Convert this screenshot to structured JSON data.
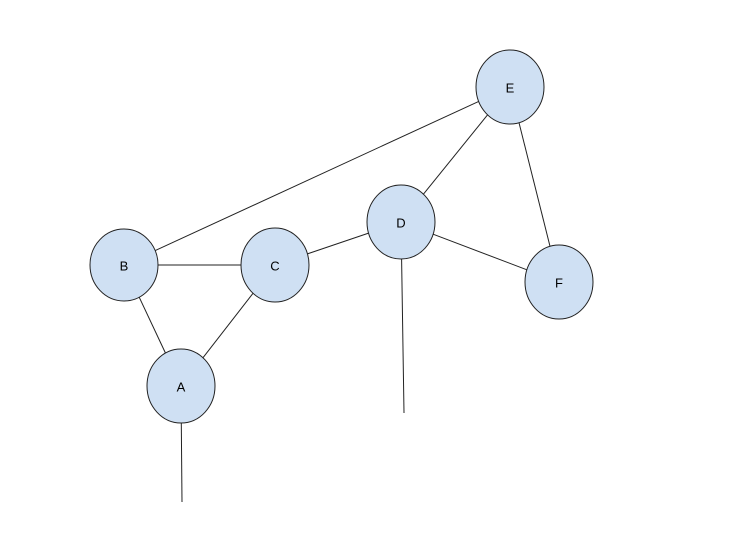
{
  "colors": {
    "node_fill": "#cfe0f3",
    "node_stroke": "#222222",
    "edge": "#222222",
    "background": "#ffffff"
  },
  "nodes": [
    {
      "id": "A",
      "label": "A"
    },
    {
      "id": "B",
      "label": "B"
    },
    {
      "id": "C",
      "label": "C"
    },
    {
      "id": "D",
      "label": "D"
    },
    {
      "id": "E",
      "label": "E"
    },
    {
      "id": "F",
      "label": "F"
    }
  ],
  "edges": [
    {
      "from": "B",
      "to": "E"
    },
    {
      "from": "B",
      "to": "C"
    },
    {
      "from": "B",
      "to": "A"
    },
    {
      "from": "C",
      "to": "A"
    },
    {
      "from": "C",
      "to": "D"
    },
    {
      "from": "D",
      "to": "E"
    },
    {
      "from": "D",
      "to": "F"
    },
    {
      "from": "E",
      "to": "F"
    }
  ],
  "dangling_edges": [
    {
      "from": "A"
    },
    {
      "from": "D"
    }
  ]
}
